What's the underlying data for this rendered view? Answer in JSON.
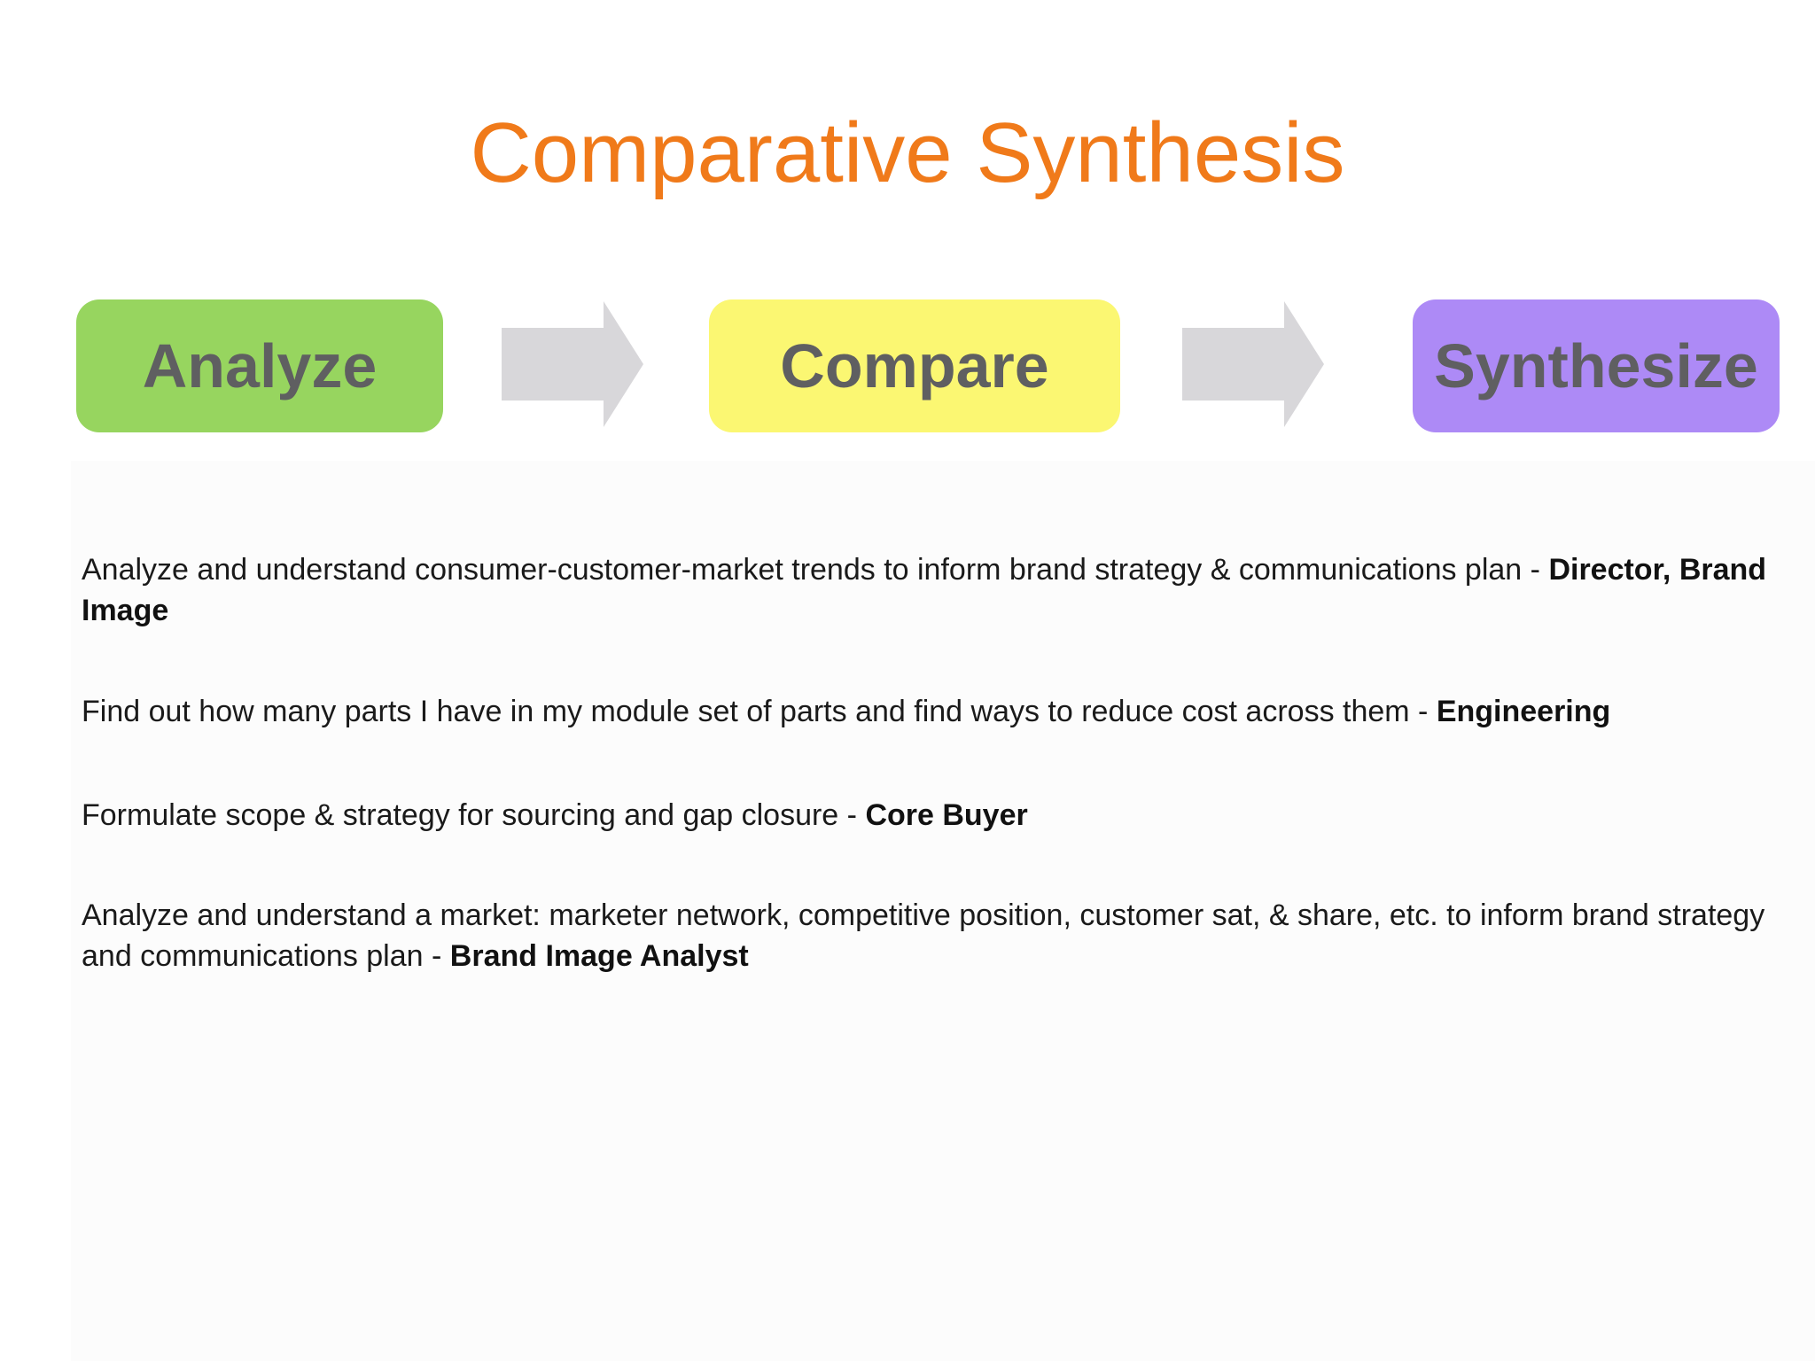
{
  "title": "Comparative Synthesis",
  "colors": {
    "title": "#f07a1a",
    "arrow": "#d8d7da",
    "stage_text": "#5f5f61"
  },
  "stages": [
    {
      "label": "Analyze",
      "color": "#97d55f"
    },
    {
      "label": "Compare",
      "color": "#fbf772"
    },
    {
      "label": "Synthesize",
      "color": "#ad8af6"
    }
  ],
  "roles": [
    {
      "text": "Analyze and understand consumer-customer-market trends to inform brand strategy & communications plan - ",
      "role": "Director, Brand Image"
    },
    {
      "text": "Find out how many parts I have in my module set of parts and find ways to reduce cost across them - ",
      "role": "Engineering"
    },
    {
      "text": "Formulate scope & strategy for sourcing and gap closure - ",
      "role": "Core Buyer"
    },
    {
      "text": "Analyze and understand a market: marketer network, competitive position, customer sat, & share, etc. to inform brand strategy and communications plan - ",
      "role": "Brand Image Analyst"
    }
  ]
}
